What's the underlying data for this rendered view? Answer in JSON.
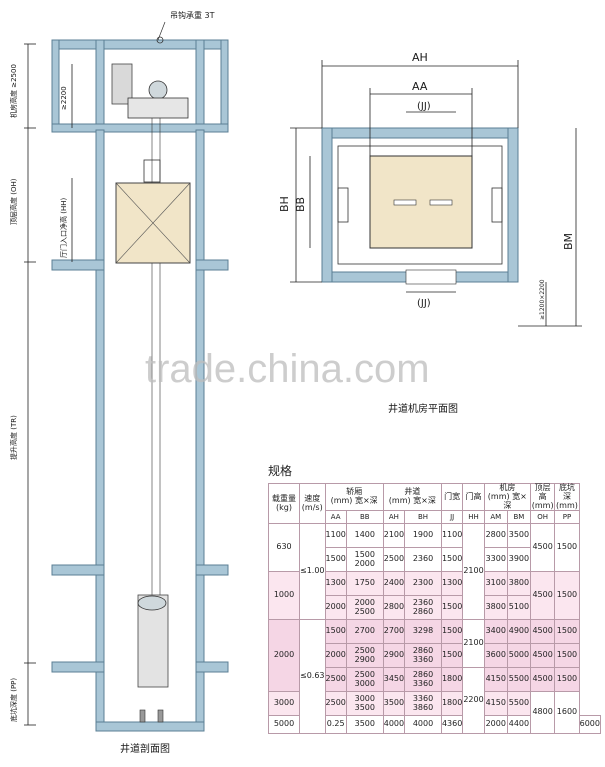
{
  "labels": {
    "hook_load": "吊钩承重 3T",
    "machine_room_height": "机房高度 ≥2500",
    "ge2200": "≥2200",
    "overhead_height": "顶层高度 (OH)",
    "door_height": "厅门入口净高 (HH)",
    "travel_height": "提升高度 (TR)",
    "pit_depth": "底坑深度 (PP)",
    "section_caption": "井道剖面图",
    "plan_caption": "井道机房平面图",
    "AH": "AH",
    "AA": "AA",
    "JJ_top": "(JJ)",
    "JJ_bottom": "(JJ)",
    "BH": "BH",
    "BB": "BB",
    "BM": "BM",
    "ge1200": "≥1200×2200",
    "watermark": "trade.china.com"
  },
  "specs": {
    "title": "规格",
    "headers": {
      "load": "载重量",
      "load_unit": "(kg)",
      "speed": "速度",
      "speed_unit": "(m/s)",
      "car": "轿厢",
      "car_sub": "(mm) 宽×深",
      "shaft": "井道",
      "shaft_sub": "(mm) 宽×深",
      "door_width": "门宽",
      "door_height": "门高",
      "machine": "机房",
      "machine_sub": "(mm) 宽×深",
      "overhead": "顶层高",
      "overhead_unit": "(mm)",
      "pit": "底坑深",
      "pit_unit": "(mm)"
    },
    "subheaders": [
      "AA",
      "BB",
      "AH",
      "BH",
      "JJ",
      "HH",
      "AM",
      "BM",
      "OH",
      "PP"
    ],
    "loads": [
      "630",
      "1000",
      "2000",
      "3000",
      "5000"
    ],
    "speeds": [
      "≤1.00",
      "≤0.63",
      "0.25"
    ],
    "door_heights": [
      "2100",
      "2100",
      "2200"
    ],
    "rows": [
      {
        "aa": "1100",
        "bb": "1400",
        "ah": "2100",
        "bh": "1900",
        "jj": "1100",
        "am": "2800",
        "bm": "3500"
      },
      {
        "aa": "1500",
        "bb": "1500 2000",
        "ah": "2500",
        "bh": "2360",
        "jj": "1500",
        "am": "3300",
        "bm": "3900"
      },
      {
        "aa": "1300",
        "bb": "1750",
        "ah": "2400",
        "bh": "2300",
        "jj": "1300",
        "am": "3100",
        "bm": "3800"
      },
      {
        "aa": "2000",
        "bb": "2000 2500",
        "ah": "2800",
        "bh": "2360 2860",
        "jj": "1500",
        "am": "3800",
        "bm": "5100"
      },
      {
        "aa": "1500",
        "bb": "2700",
        "ah": "2700",
        "bh": "3298",
        "jj": "1500",
        "am": "3400",
        "bm": "4900"
      },
      {
        "aa": "2000",
        "bb": "2500 2900",
        "ah": "2900",
        "bh": "2860 3360",
        "jj": "1500",
        "am": "3600",
        "bm": "5000"
      },
      {
        "aa": "2500",
        "bb": "2500 3000",
        "ah": "3450",
        "bh": "2860 3360",
        "jj": "1800",
        "am": "4150",
        "bm": "5500"
      },
      {
        "aa": "2500",
        "bb": "3000 3500",
        "ah": "3500",
        "bh": "3360 3860",
        "jj": "1800",
        "am": "4150",
        "bm": "5500"
      },
      {
        "aa": "3500",
        "bb": "4000",
        "ah": "4000",
        "bh": "4360",
        "jj": "2000",
        "am": "4400",
        "bm": "6000"
      }
    ],
    "oh_values": [
      "4500",
      "4500",
      "4500",
      "4500",
      "4500",
      "4800"
    ],
    "pp_values": [
      "1500",
      "1500",
      "1500",
      "1500",
      "1500",
      "1600"
    ]
  }
}
